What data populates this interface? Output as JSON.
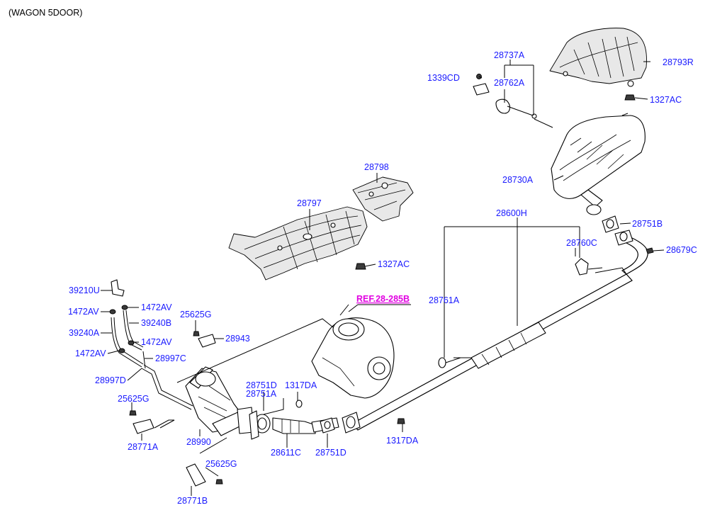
{
  "caption": "(WAGON 5DOOR)",
  "ref_label": "REF.28-285B",
  "labels": {
    "p28737A": "28737A",
    "p1339CD": "1339CD",
    "p28762A": "28762A",
    "p28793R": "28793R",
    "p1327AC_top": "1327AC",
    "p28730A": "28730A",
    "p28798": "28798",
    "p28797": "28797",
    "p1327AC_mid": "1327AC",
    "p28600H": "28600H",
    "p28751B": "28751B",
    "p28760C": "28760C",
    "p28679C": "28679C",
    "p28761A": "28761A",
    "p39210U": "39210U",
    "p1472AV_1": "1472AV",
    "p1472AV_2": "1472AV",
    "p39240B": "39240B",
    "p39240A": "39240A",
    "p1472AV_3": "1472AV",
    "p1472AV_4": "1472AV",
    "p28997C": "28997C",
    "p25625G_1": "25625G",
    "p28943": "28943",
    "p28997D": "28997D",
    "p25625G_2": "25625G",
    "p28751D_1": "28751D",
    "p28751A": "28751A",
    "p1317DA_1": "1317DA",
    "p28771A": "28771A",
    "p28990": "28990",
    "p28611C": "28611C",
    "p28751D_2": "28751D",
    "p1317DA_2": "1317DA",
    "p25625G_3": "25625G",
    "p28771B": "28771B"
  }
}
